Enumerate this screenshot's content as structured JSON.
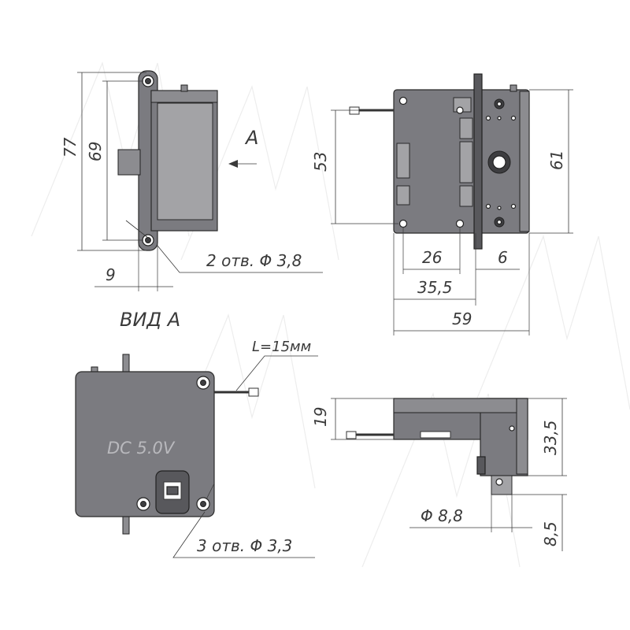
{
  "top_left_view": {
    "dim_height_outer": "77",
    "dim_height_inner": "69",
    "dim_width_small": "9",
    "holes_note": "2 отв. Φ 3,8",
    "view_arrow_label": "A",
    "view_title": "ВИД А"
  },
  "top_right_view": {
    "dim_left_height": "53",
    "dim_right_height": "61",
    "dim_26": "26",
    "dim_6": "6",
    "dim_35_5": "35,5",
    "dim_59": "59"
  },
  "bottom_left_view": {
    "cable_length": "L=15мм",
    "label": "DC 5.0V",
    "holes_note": "3 отв. Φ 3,3"
  },
  "bottom_right_view": {
    "dim_19": "19",
    "dim_33_5": "33,5",
    "dim_diameter": "Φ 8,8",
    "dim_8_5": "8,5"
  }
}
